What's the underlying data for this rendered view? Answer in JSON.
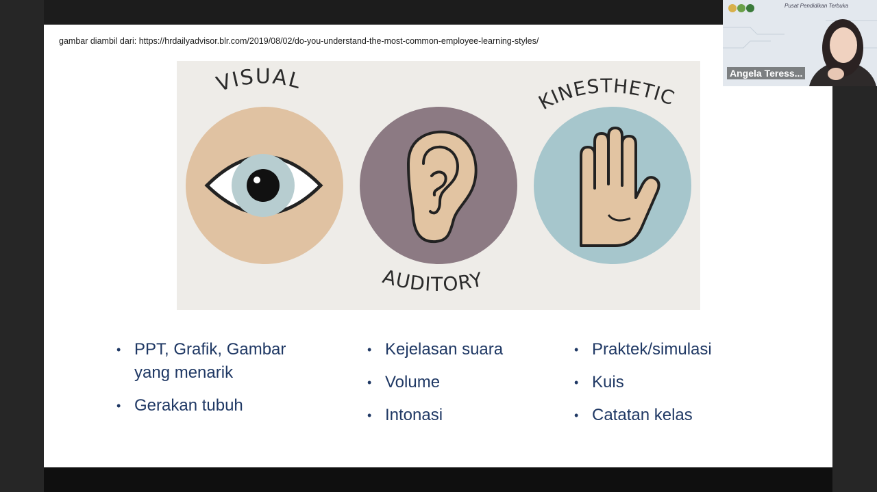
{
  "slide": {
    "source_text": "gambar diambil dari: https://hrdailyadvisor.blr.com/2019/08/02/do-you-understand-the-most-common-employee-learning-styles/",
    "illustration": {
      "labels": {
        "visual": "VISUAL",
        "auditory": "AUDITORY",
        "kinesthetic": "KINESTHETIC"
      },
      "colors": {
        "background": "#eeece8",
        "visual_circle": "#e0c2a2",
        "auditory_circle": "#8c7a83",
        "kinesthetic_circle": "#a6c6cc",
        "skin": "#e2c4a2",
        "iris": "#b7cdd0",
        "outline": "#222222"
      }
    },
    "columns": {
      "visual": {
        "items": [
          "PPT, Grafik, Gambar yang menarik",
          "Gerakan tubuh"
        ]
      },
      "auditory": {
        "items": [
          "Kejelasan suara",
          "Volume",
          "Intonasi"
        ]
      },
      "kinesthetic": {
        "items": [
          "Praktek/simulasi",
          "Kuis",
          "Catatan kelas"
        ]
      }
    },
    "text_color": "#1f3864"
  },
  "webcam": {
    "participant_name": "Angela Teress...",
    "banner_title": "Pusat Pendidikan Terbuka"
  }
}
